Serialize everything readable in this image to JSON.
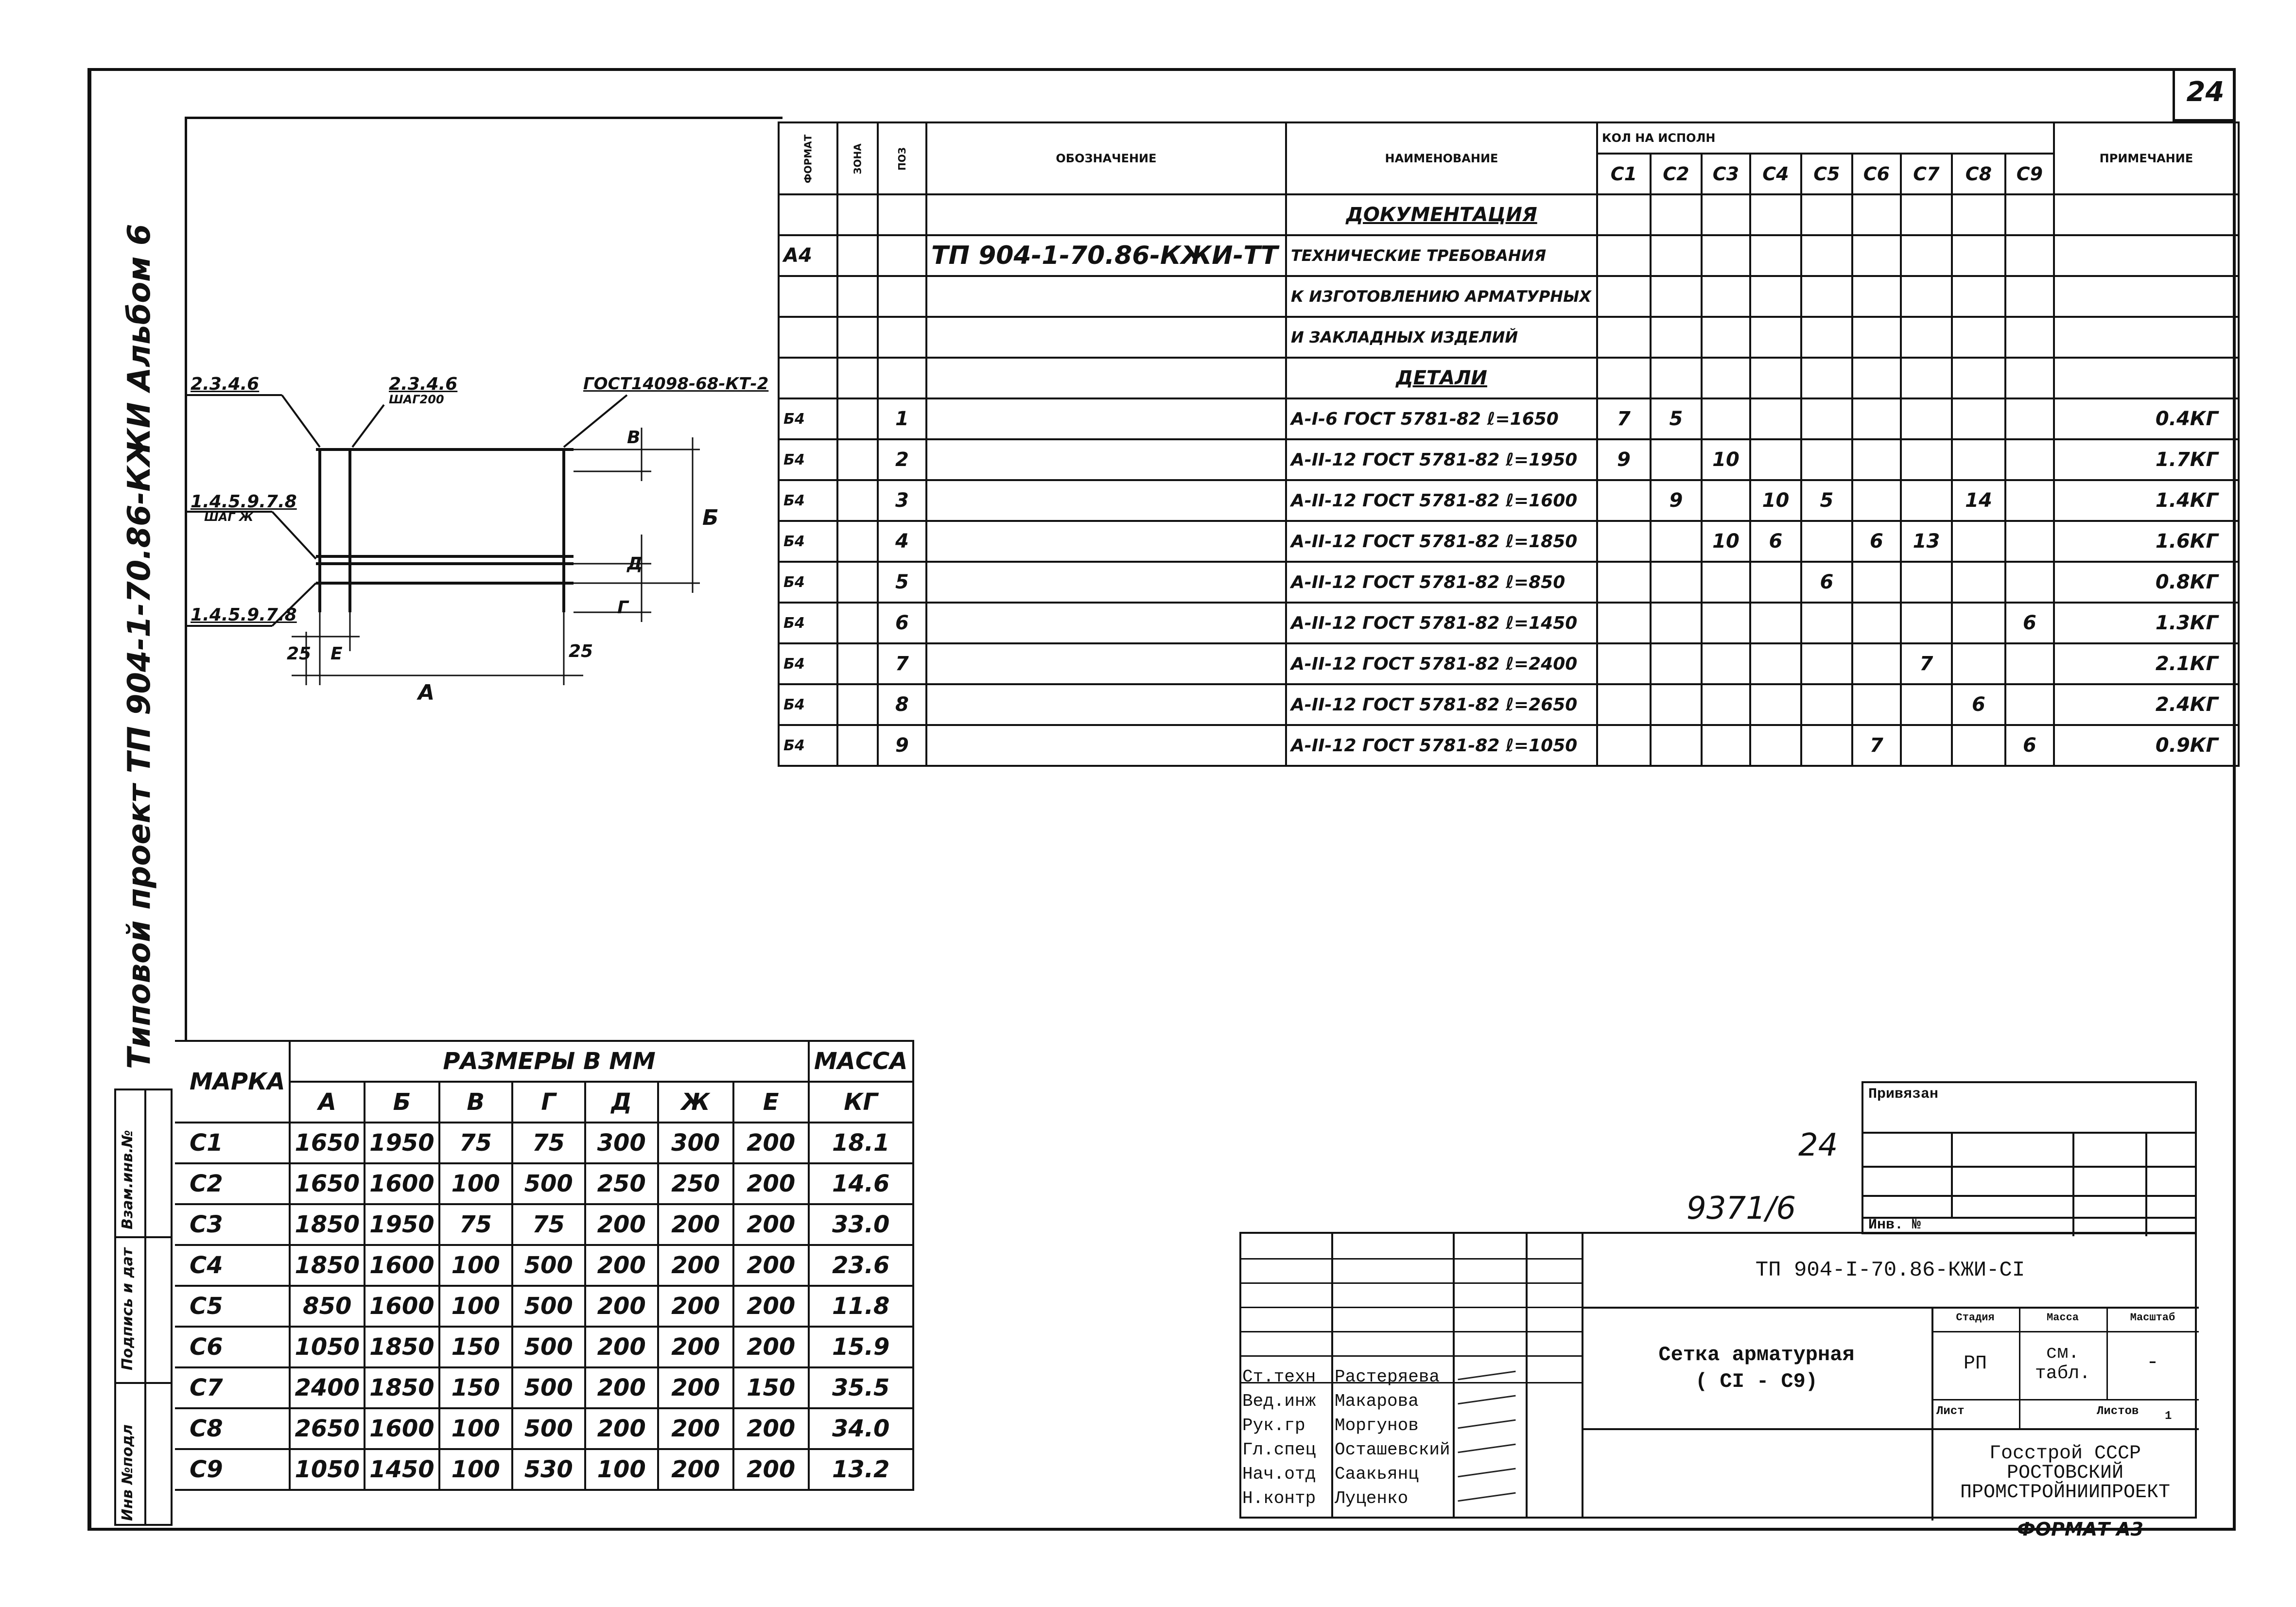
{
  "sheet": {
    "page_number": "24",
    "format_note": "ФОРМАТ А3",
    "side_title": "Типовой проект ТП 904-1-70.86-КЖИ Альбом 6",
    "side_stamp": [
      "Инв №подл",
      "Подпись и дат",
      "Взам.инв.№"
    ]
  },
  "drawing": {
    "label_top_left": "2.3.4.6",
    "label_top_mid": "2.3.4.6",
    "label_top_mid_sub": "ШАГ200",
    "label_top_right": "ГОСТ14098-68-КТ-2",
    "label_mid_left": "1.4.5.9.7.8",
    "label_mid_left_sub": "ШАГ Ж",
    "label_low_left": "1.4.5.9.7.8",
    "dim_25_left": "25",
    "dim_E": "Е",
    "dim_25_right": "25",
    "dim_A": "А",
    "dim_B": "Б",
    "dim_V": "В",
    "dim_D": "Д",
    "dim_G": "Г"
  },
  "spec": {
    "headers": {
      "format": "ФОРМАТ",
      "zone": "ЗОНА",
      "pos": "ПОЗ",
      "designation": "ОБОЗНАЧЕНИЕ",
      "name": "НАИМЕНОВАНИЕ",
      "qty_group": "КОЛ НА ИСПОЛН",
      "note": "ПРИМЕЧАНИЕ",
      "variants": [
        "С1",
        "С2",
        "С3",
        "С4",
        "С5",
        "С6",
        "С7",
        "С8",
        "С9"
      ]
    },
    "section_docs": "ДОКУМЕНТАЦИЯ",
    "doc_row": {
      "format": "А4",
      "designation": "ТП 904-1-70.86-КЖИ-ТТ",
      "name_lines": [
        "ТЕХНИЧЕСКИЕ ТРЕБОВАНИЯ",
        "К ИЗГОТОВЛЕНИЮ АРМАТУРНЫХ",
        "И ЗАКЛАДНЫХ ИЗДЕЛИЙ"
      ]
    },
    "section_parts": "ДЕТАЛИ",
    "rows": [
      {
        "format": "Б4",
        "pos": "1",
        "name": "А-I-6 ГОСТ 5781-82 ℓ=1650",
        "qty": [
          "7",
          "5",
          "",
          "",
          "",
          "",
          "",
          "",
          ""
        ],
        "note": "0.4КГ"
      },
      {
        "format": "Б4",
        "pos": "2",
        "name": "А-II-12 ГОСТ 5781-82 ℓ=1950",
        "qty": [
          "9",
          "",
          "10",
          "",
          "",
          "",
          "",
          "",
          ""
        ],
        "note": "1.7КГ"
      },
      {
        "format": "Б4",
        "pos": "3",
        "name": "А-II-12 ГОСТ 5781-82 ℓ=1600",
        "qty": [
          "",
          "9",
          "",
          "10",
          "5",
          "",
          "",
          "14",
          ""
        ],
        "note": "1.4КГ"
      },
      {
        "format": "Б4",
        "pos": "4",
        "name": "А-II-12 ГОСТ 5781-82 ℓ=1850",
        "qty": [
          "",
          "",
          "10",
          "6",
          "",
          "6",
          "13",
          "",
          ""
        ],
        "note": "1.6КГ"
      },
      {
        "format": "Б4",
        "pos": "5",
        "name": "А-II-12 ГОСТ 5781-82 ℓ=850",
        "qty": [
          "",
          "",
          "",
          "",
          "6",
          "",
          "",
          "",
          ""
        ],
        "note": "0.8КГ"
      },
      {
        "format": "Б4",
        "pos": "6",
        "name": "А-II-12 ГОСТ 5781-82 ℓ=1450",
        "qty": [
          "",
          "",
          "",
          "",
          "",
          "",
          "",
          "",
          "6"
        ],
        "note": "1.3КГ"
      },
      {
        "format": "Б4",
        "pos": "7",
        "name": "А-II-12 ГОСТ 5781-82 ℓ=2400",
        "qty": [
          "",
          "",
          "",
          "",
          "",
          "",
          "7",
          "",
          ""
        ],
        "note": "2.1КГ"
      },
      {
        "format": "Б4",
        "pos": "8",
        "name": "А-II-12 ГОСТ 5781-82 ℓ=2650",
        "qty": [
          "",
          "",
          "",
          "",
          "",
          "",
          "",
          "6",
          ""
        ],
        "note": "2.4КГ"
      },
      {
        "format": "Б4",
        "pos": "9",
        "name": "А-II-12 ГОСТ 5781-82 ℓ=1050",
        "qty": [
          "",
          "",
          "",
          "",
          "",
          "7",
          "",
          "",
          "6"
        ],
        "note": "0.9КГ"
      }
    ]
  },
  "dims_table": {
    "header_mark": "МАРКА",
    "header_sizes": "РАЗМЕРЫ В ММ",
    "header_mass": "МАССА",
    "header_mass_unit": "КГ",
    "cols": [
      "А",
      "Б",
      "В",
      "Г",
      "Д",
      "Ж",
      "Е"
    ],
    "rows": [
      {
        "mark": "С1",
        "vals": [
          "1650",
          "1950",
          "75",
          "75",
          "300",
          "300",
          "200"
        ],
        "mass": "18.1"
      },
      {
        "mark": "С2",
        "vals": [
          "1650",
          "1600",
          "100",
          "500",
          "250",
          "250",
          "200"
        ],
        "mass": "14.6"
      },
      {
        "mark": "С3",
        "vals": [
          "1850",
          "1950",
          "75",
          "75",
          "200",
          "200",
          "200"
        ],
        "mass": "33.0"
      },
      {
        "mark": "С4",
        "vals": [
          "1850",
          "1600",
          "100",
          "500",
          "200",
          "200",
          "200"
        ],
        "mass": "23.6"
      },
      {
        "mark": "С5",
        "vals": [
          "850",
          "1600",
          "100",
          "500",
          "200",
          "200",
          "200"
        ],
        "mass": "11.8"
      },
      {
        "mark": "С6",
        "vals": [
          "1050",
          "1850",
          "150",
          "500",
          "200",
          "200",
          "200"
        ],
        "mass": "15.9"
      },
      {
        "mark": "С7",
        "vals": [
          "2400",
          "1850",
          "150",
          "500",
          "200",
          "200",
          "150"
        ],
        "mass": "35.5"
      },
      {
        "mark": "С8",
        "vals": [
          "2650",
          "1600",
          "100",
          "500",
          "200",
          "200",
          "200"
        ],
        "mass": "34.0"
      },
      {
        "mark": "С9",
        "vals": [
          "1050",
          "1450",
          "100",
          "530",
          "100",
          "200",
          "200"
        ],
        "mass": "13.2"
      }
    ]
  },
  "title_block": {
    "bound_label": "Привязан",
    "inv_label": "Инв. №",
    "handwritten_24": "24",
    "handwritten_num": "9371/6",
    "designation": "ТП 904-I-70.86-КЖИ-СI",
    "item_title": "Сетка арматурная",
    "item_sub": "( СI - С9)",
    "stage_label": "Стадия",
    "mass_label": "Масса",
    "scale_label": "Масштаб",
    "stage": "РП",
    "mass": "см. табл.",
    "scale": "-",
    "sheet_label": "Лист",
    "sheets_label": "Листов",
    "sheets_value": "1",
    "org": [
      "Госстрой СССР",
      "РОСТОВСКИЙ",
      "ПРОМСТРОЙНИИПРОЕКТ"
    ],
    "people": [
      {
        "role": "Ст.техн",
        "name": "Растеряева"
      },
      {
        "role": "Вед.инж",
        "name": "Макарова"
      },
      {
        "role": "Рук.гр",
        "name": "Моргунов"
      },
      {
        "role": "Гл.спец",
        "name": "Осташевский"
      },
      {
        "role": "Нач.отд",
        "name": "Саакьянц"
      },
      {
        "role": "Н.контр",
        "name": "Луценко"
      }
    ]
  }
}
